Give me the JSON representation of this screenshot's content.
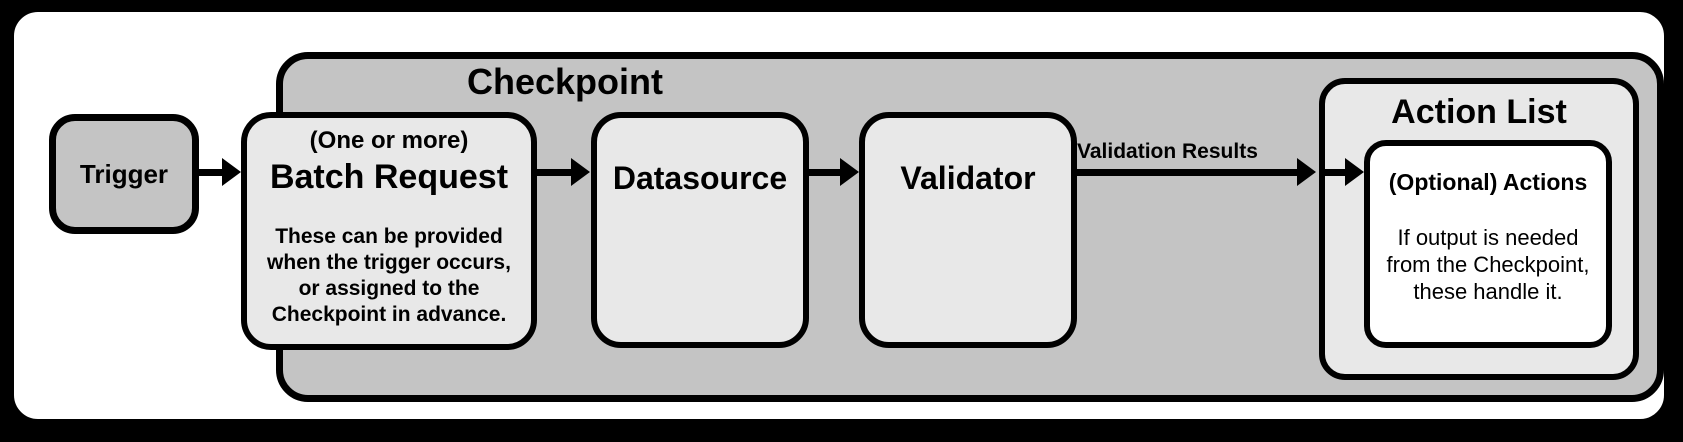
{
  "diagram": {
    "trigger": {
      "label": "Trigger"
    },
    "checkpoint": {
      "title": "Checkpoint"
    },
    "batch_request": {
      "sublabel": "(One or more)",
      "title": "Batch Request",
      "description": "These can be provided\nwhen the trigger occurs,\nor assigned to the\nCheckpoint in advance."
    },
    "datasource": {
      "title": "Datasource"
    },
    "validator": {
      "title": "Validator"
    },
    "validation_results_label": "Validation Results",
    "action_list": {
      "title": "Action List",
      "actions": {
        "title": "(Optional) Actions",
        "description": "If output is needed\nfrom the Checkpoint,\nthese handle it."
      }
    },
    "colors": {
      "page_background": "#000000",
      "canvas_background": "#ffffff",
      "container_fill": "#c4c4c4",
      "node_fill": "#e8e8e8",
      "actions_fill": "#ffffff",
      "border": "#000000",
      "text": "#000000"
    }
  }
}
